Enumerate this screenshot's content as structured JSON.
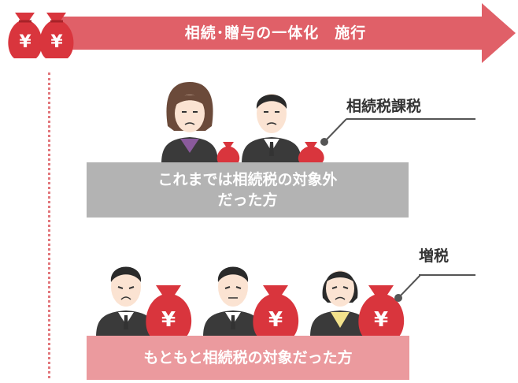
{
  "timeline": {
    "title": "相続･贈与の一体化　施行",
    "arrow_color": "#e06068"
  },
  "money_bag_symbol": "¥",
  "group_previously_exempt": {
    "caption_line1": "これまでは相続税の対象外",
    "caption_line2": "だった方",
    "callout": "相続税課税",
    "box_color": "#b3b3b3"
  },
  "group_already_taxed": {
    "caption": "もともと相続税の対象だった方",
    "callout": "増税",
    "box_color": "#eb9a9e"
  },
  "colors": {
    "bag": "#d9353d",
    "dotted_line": "#e2777c"
  }
}
